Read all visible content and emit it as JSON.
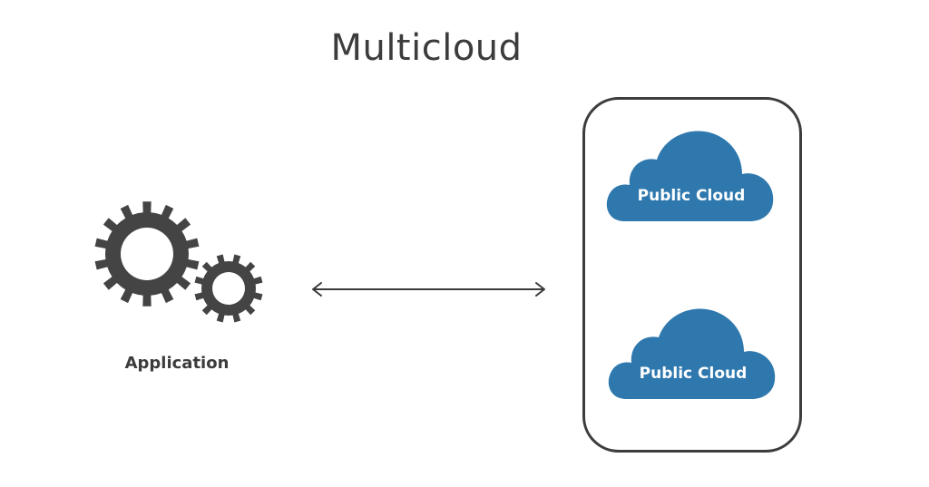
{
  "title": "Multicloud",
  "application": {
    "label": "Application",
    "icon": "gears-icon"
  },
  "connection": {
    "icon": "bidirectional-arrow-icon"
  },
  "cloud_group": {
    "clouds": [
      {
        "label": "Public Cloud",
        "icon": "cloud-icon"
      },
      {
        "label": "Public Cloud",
        "icon": "cloud-icon"
      }
    ]
  },
  "colors": {
    "cloud_fill": "#2e78ae",
    "gear_fill": "#444444",
    "text": "#3c3c3c",
    "box_border": "#3d3d3d"
  }
}
